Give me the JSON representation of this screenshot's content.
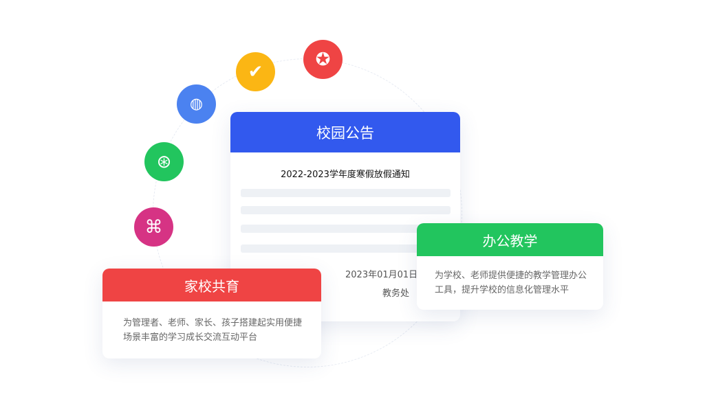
{
  "icons": [
    {
      "name": "badge-check-icon",
      "color": "#EF4444",
      "glyph": "✪"
    },
    {
      "name": "chat-check-icon",
      "color": "#FBB614",
      "glyph": "✔"
    },
    {
      "name": "globe-icon",
      "color": "#4B82F0",
      "glyph": "🌐"
    },
    {
      "name": "aperture-icon",
      "color": "#22C55E",
      "glyph": "⊛"
    },
    {
      "name": "command-icon",
      "color": "#D63384",
      "glyph": "⌘"
    }
  ],
  "notice": {
    "header": "校园公告",
    "title": "2022-2023学年度寒假放假通知",
    "date": "2023年01月01日",
    "issuer": "教务处",
    "color": "#3259EE"
  },
  "office": {
    "header": "办公教学",
    "desc": "为学校、老师提供便捷的教学管理办公工具，提升学校的信息化管理水平",
    "color": "#22C55E"
  },
  "home": {
    "header": "家校共育",
    "desc": "为管理者、老师、家长、孩子搭建起实用便捷场景丰富的学习成长交流互动平台",
    "color": "#EF4444"
  }
}
